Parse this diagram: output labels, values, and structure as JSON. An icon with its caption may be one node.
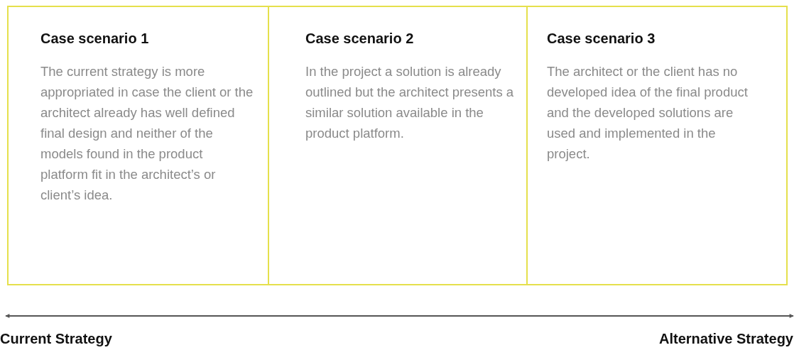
{
  "diagram": {
    "nodes": [
      {
        "text": [
          "Case scenario 1",
          "The current strategy is more appropriated in case the client or the architect already has well defined final design and neither of the models found in the product platform fit in the architect’s or client’s idea."
        ]
      },
      {
        "text": [
          "Case scenario 2",
          "In the project a solution is already outlined but the architect presents a similar solution available in the product platform."
        ]
      },
      {
        "text": [
          "Case scenario 3",
          "The architect or the client has no developed idea of the final product and the developed solutions are used and implemented in the project."
        ]
      }
    ],
    "edges": [],
    "labels": [
      "Current Strategy",
      "Alternative Strategy"
    ]
  }
}
